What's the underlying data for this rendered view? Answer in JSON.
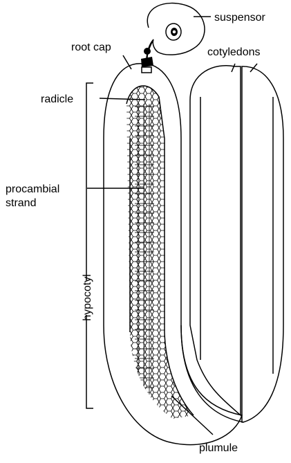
{
  "figure": {
    "labels": {
      "suspensor": "suspensor",
      "root_cap": "root cap",
      "cotyledons": "cotyledons",
      "radicle": "radicle",
      "procambial_line1": "procambial",
      "procambial_line2": "strand",
      "hypocotyl": "hypocotyl",
      "plumule": "plumule"
    },
    "colors": {
      "ink": "#000000",
      "paper": "#ffffff"
    }
  }
}
